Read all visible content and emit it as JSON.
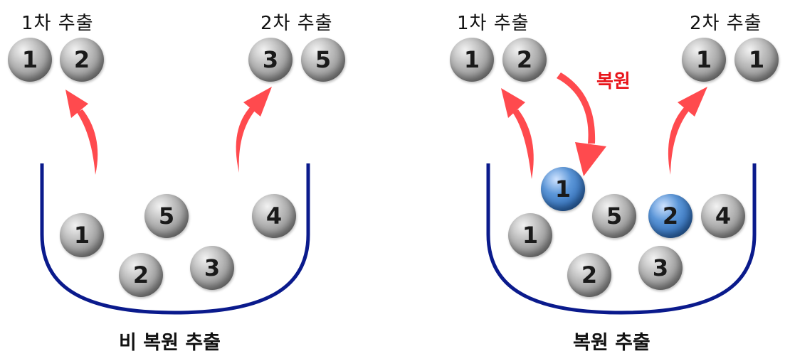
{
  "left": {
    "title": "비 복원 추출",
    "draw1_label": "1차 추출",
    "draw2_label": "2차 추출",
    "draw1_balls": [
      "1",
      "2"
    ],
    "draw2_balls": [
      "3",
      "5"
    ],
    "bowl_balls": [
      "1",
      "5",
      "2",
      "3",
      "4"
    ]
  },
  "right": {
    "title": "복원 추출",
    "draw1_label": "1차 추출",
    "draw2_label": "2차 추출",
    "draw1_balls": [
      "1",
      "2"
    ],
    "draw2_balls": [
      "1",
      "1"
    ],
    "feedback_label": "복원",
    "bowl_balls": [
      "1",
      "5",
      "2",
      "4",
      "1",
      "2",
      "3"
    ]
  },
  "colors": {
    "bowl": "#0a1a8c",
    "arrow": "#ff4a4e",
    "feedback_text": "#e8141a",
    "ball_gray": "#a0a0a0",
    "ball_blue": "#3d7cc4"
  }
}
